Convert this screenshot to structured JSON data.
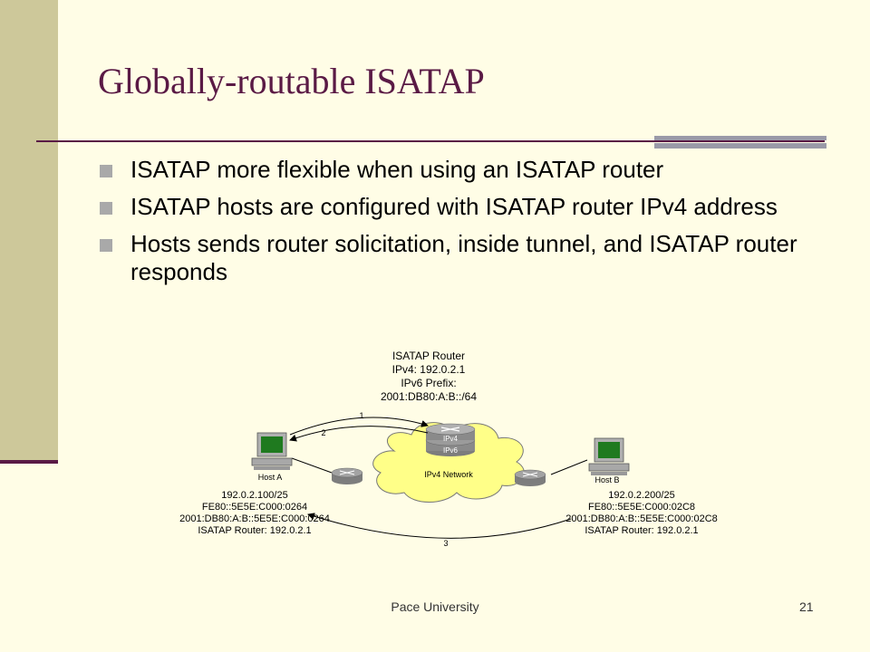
{
  "slide": {
    "title": "Globally-routable ISATAP",
    "bullets": [
      "ISATAP more flexible when using an ISATAP router",
      "ISATAP hosts are configured with ISATAP router IPv4 address",
      "Hosts sends router solicitation, inside tunnel, and ISATAP router responds"
    ],
    "footer": {
      "center": "Pace University",
      "page_number": "21"
    }
  },
  "diagram": {
    "router_label": [
      "ISATAP Router",
      "IPv4: 192.0.2.1",
      "IPv6 Prefix:",
      "2001:DB80:A:B::/64"
    ],
    "router_layers": {
      "top": "IPv4",
      "bottom": "IPv6"
    },
    "network_label": "IPv4 Network",
    "host_a": {
      "name": "Host A",
      "details": [
        "192.0.2.100/25",
        "FE80::5E5E:C000:0264",
        "2001:DB80:A:B::5E5E:C000:0264",
        "ISATAP Router: 192.0.2.1"
      ]
    },
    "host_b": {
      "name": "Host B",
      "details": [
        "192.0.2.200/25",
        "FE80::5E5E:C000:02C8",
        "2001:DB80:A:B::5E5E:C000:02C8",
        "ISATAP Router: 192.0.2.1"
      ]
    },
    "steps": [
      "1",
      "2",
      "3"
    ],
    "colors": {
      "cloud": "#ffff88",
      "router": "#8a8a8a",
      "host": "#b0b0b0",
      "screen": "#1f7a1f"
    }
  }
}
